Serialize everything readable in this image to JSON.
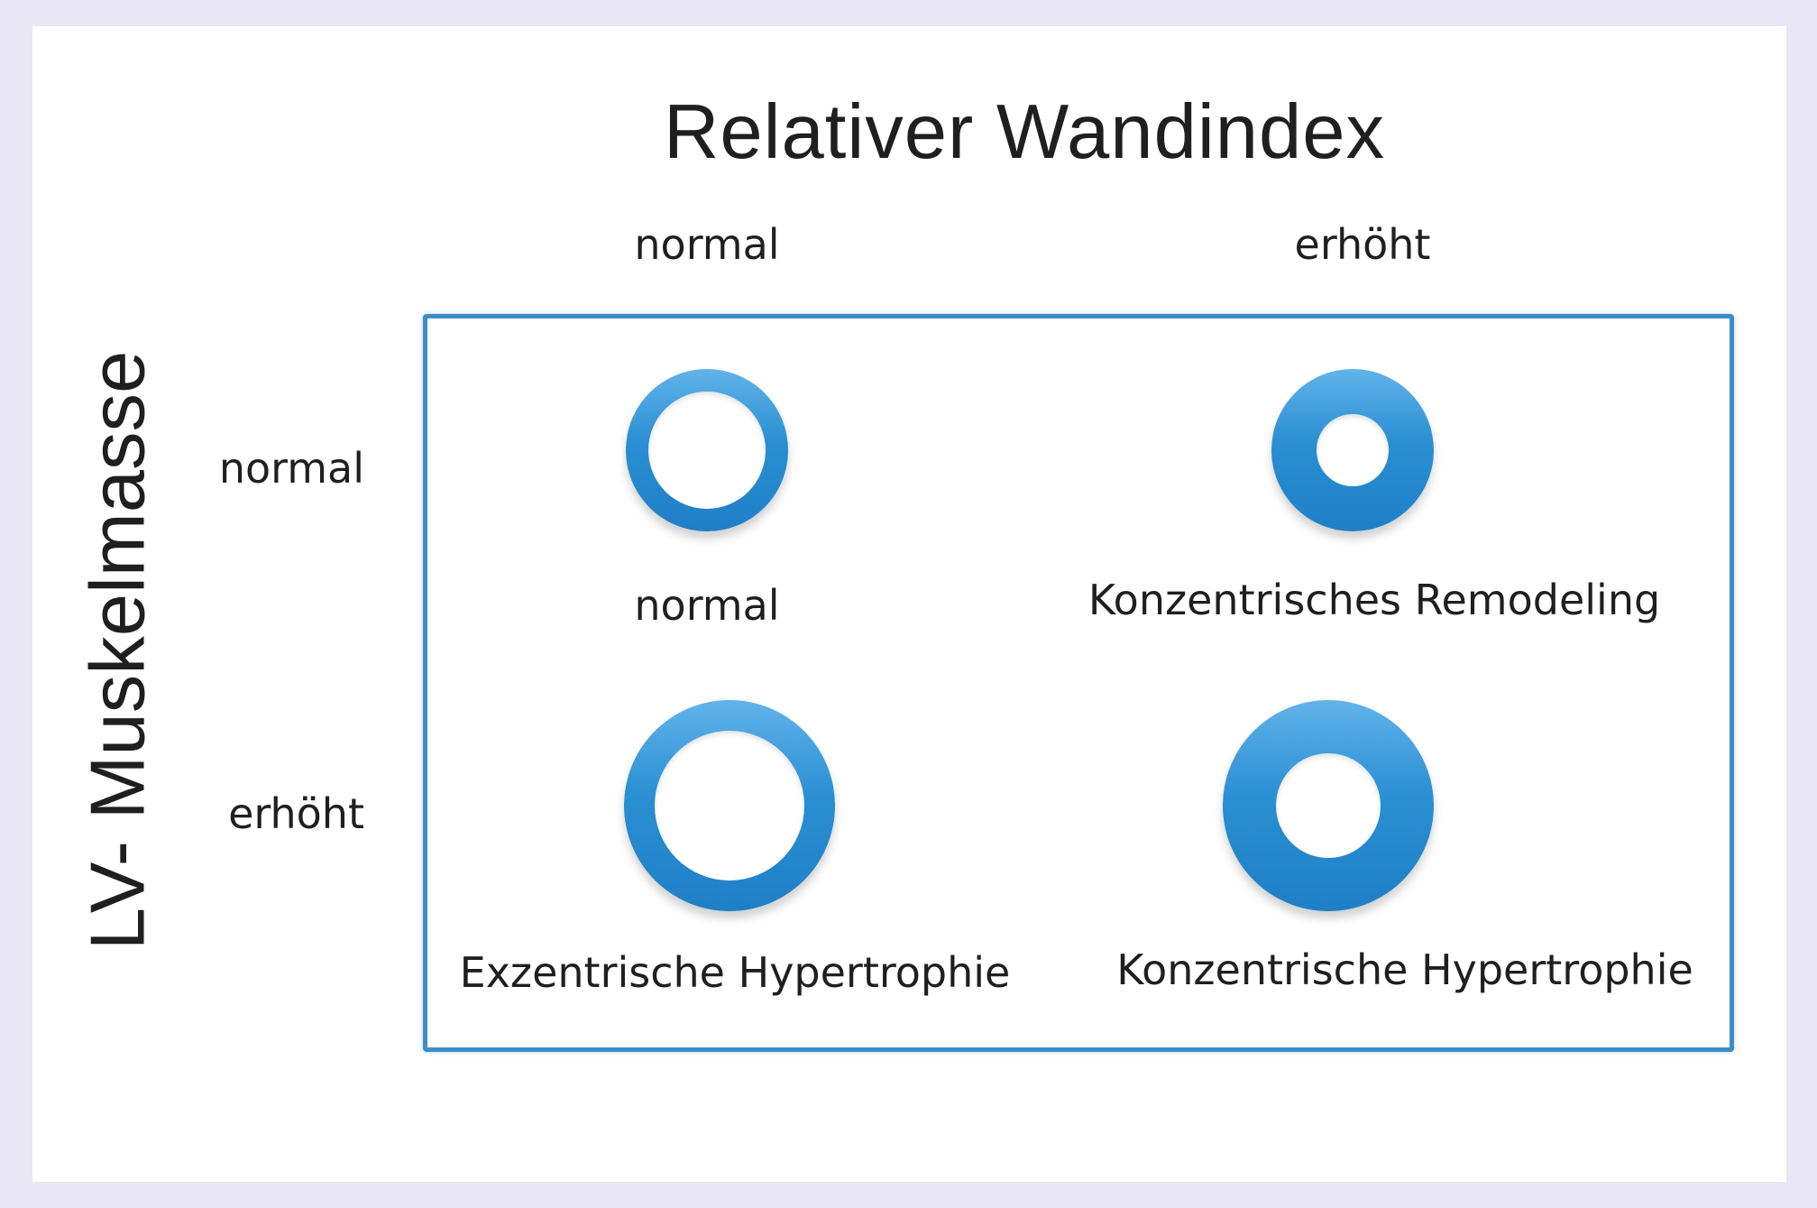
{
  "title": "Relativer Wandindex",
  "y_axis_title": "LV- Muskelmasse",
  "columns": [
    {
      "label": "normal"
    },
    {
      "label": "erhöht"
    }
  ],
  "rows": [
    {
      "label": "normal"
    },
    {
      "label": "erhöht"
    }
  ],
  "cells": [
    {
      "label": "normal",
      "shape": "ring"
    },
    {
      "label": "Konzentrisches Remodeling",
      "shape": "ring"
    },
    {
      "label": "Exzentrische Hypertrophie",
      "shape": "ring"
    },
    {
      "label": "Konzentrische Hypertrophie",
      "shape": "ring"
    }
  ],
  "colors": {
    "ring": "#2a8fd3",
    "ring_highlight": "#62b3ea",
    "frame": "#3f8bc6",
    "background": "#e9e7f3",
    "text": "#1f1f1f"
  }
}
